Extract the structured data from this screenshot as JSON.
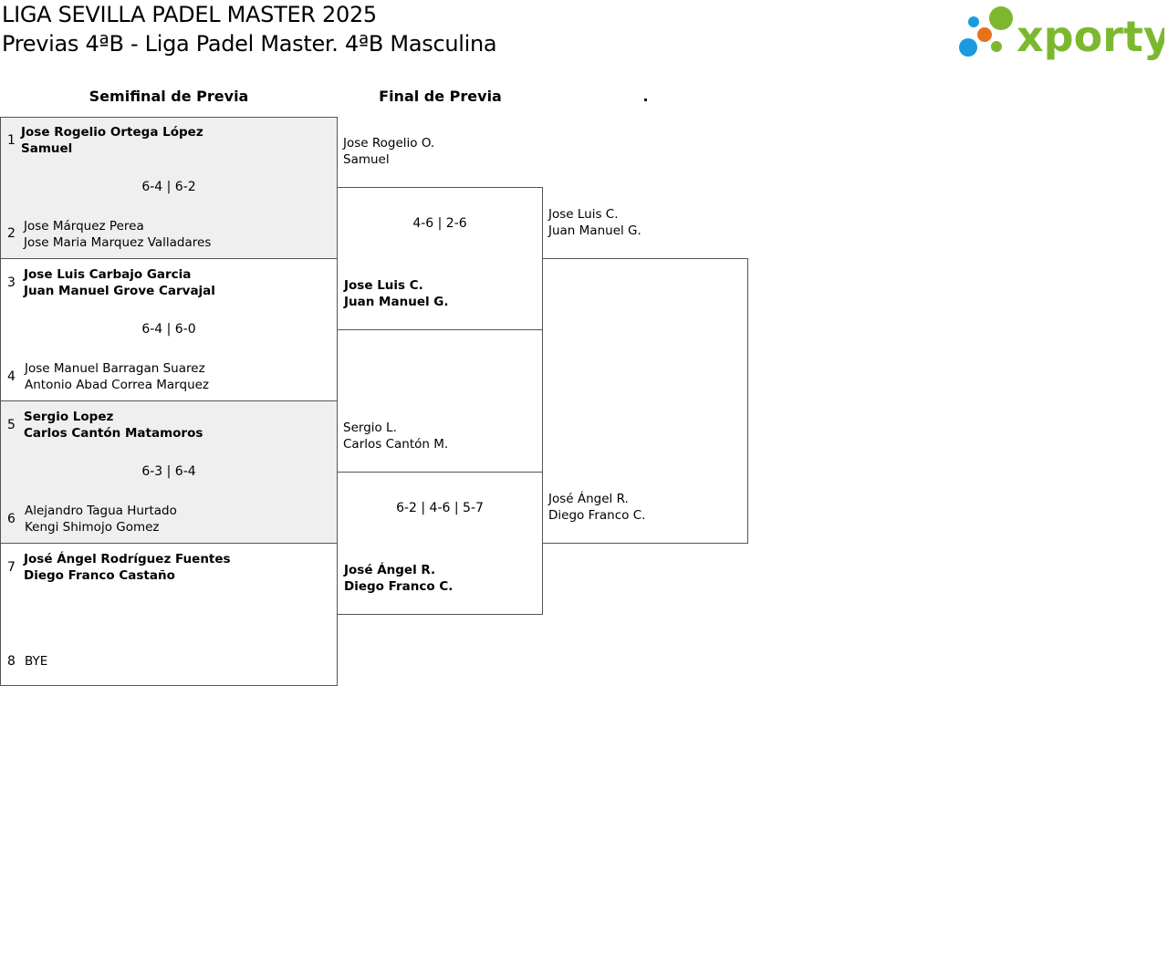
{
  "header": {
    "title": "LIGA SEVILLA PADEL MASTER 2025",
    "subtitle": "Previas 4ªB - Liga Padel Master. 4ªB Masculina",
    "logo_text": "xporty"
  },
  "rounds": [
    "Semifinal de Previa",
    "Final de Previa",
    "."
  ],
  "semis": [
    {
      "score": "6-4 | 6-2",
      "top": {
        "seed": "1",
        "p1": "Jose Rogelio Ortega López",
        "p2": "Samuel"
      },
      "bottom": {
        "seed": "2",
        "p1": "Jose Márquez Perea",
        "p2": "Jose Maria Marquez Valladares"
      }
    },
    {
      "score": "6-4 | 6-0",
      "top": {
        "seed": "3",
        "p1": "Jose Luis Carbajo Garcia",
        "p2": "Juan Manuel Grove Carvajal"
      },
      "bottom": {
        "seed": "4",
        "p1": "Jose Manuel Barragan Suarez",
        "p2": "Antonio Abad Correa Marquez"
      }
    },
    {
      "score": "6-3 | 6-4",
      "top": {
        "seed": "5",
        "p1": "Sergio Lopez",
        "p2": "Carlos Cantón Matamoros"
      },
      "bottom": {
        "seed": "6",
        "p1": "Alejandro Tagua Hurtado",
        "p2": "Kengi Shimojo Gomez"
      }
    },
    {
      "score": "",
      "top": {
        "seed": "7",
        "p1": "José Ángel Rodríguez Fuentes",
        "p2": "Diego Franco Castaño"
      },
      "bottom": {
        "seed": "8",
        "p1": "BYE",
        "p2": ""
      }
    }
  ],
  "finals": [
    {
      "score": "4-6 | 2-6",
      "top": {
        "p1": "Jose Rogelio O.",
        "p2": "Samuel"
      },
      "bottom": {
        "p1": "Jose Luis C.",
        "p2": "Juan Manuel G."
      }
    },
    {
      "score": "6-2 | 4-6 | 5-7",
      "top": {
        "p1": "Sergio L.",
        "p2": "Carlos Cantón M."
      },
      "bottom": {
        "p1": "José Ángel R.",
        "p2": "Diego Franco C."
      }
    }
  ],
  "qualified": [
    {
      "p1": "Jose Luis C.",
      "p2": "Juan Manuel G."
    },
    {
      "p1": "José Ángel R.",
      "p2": "Diego Franco C."
    }
  ]
}
